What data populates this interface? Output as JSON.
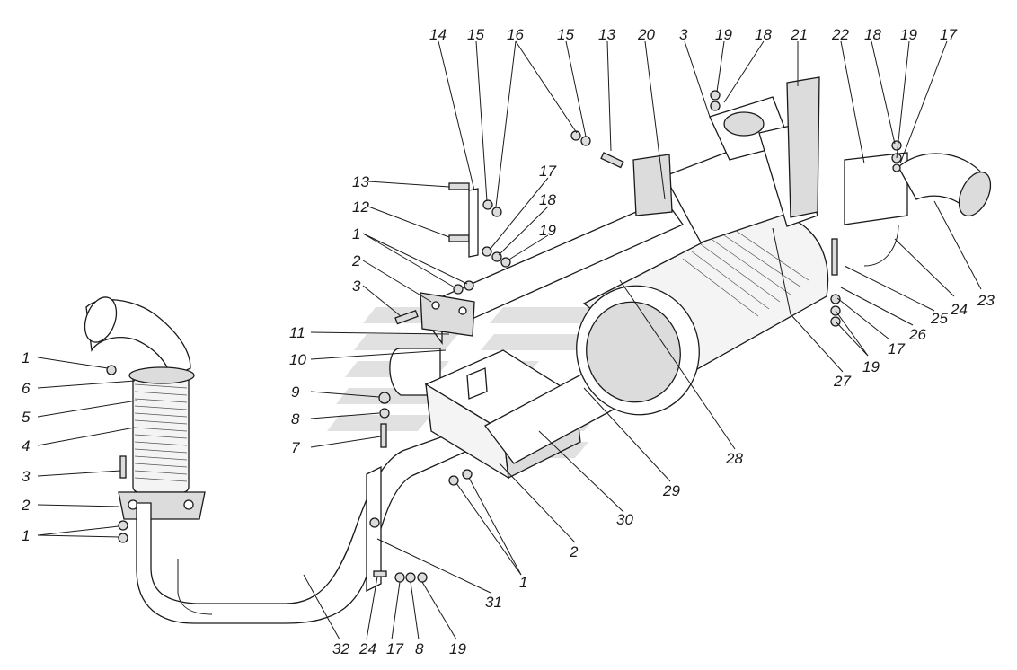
{
  "diagram": {
    "type": "exploded-assembly",
    "labels": [
      "1",
      "2",
      "3",
      "4",
      "5",
      "6",
      "7",
      "8",
      "9",
      "10",
      "11",
      "12",
      "13",
      "14",
      "15",
      "16",
      "17",
      "18",
      "19",
      "20",
      "21",
      "22",
      "23",
      "24",
      "25",
      "26",
      "27",
      "28",
      "29",
      "30",
      "31",
      "32"
    ]
  },
  "colors": {
    "line": "#1a1a1a",
    "fill_light": "#f4f4f4",
    "fill_dark": "#dcdcdc",
    "watermark": "#c8c8c8"
  }
}
